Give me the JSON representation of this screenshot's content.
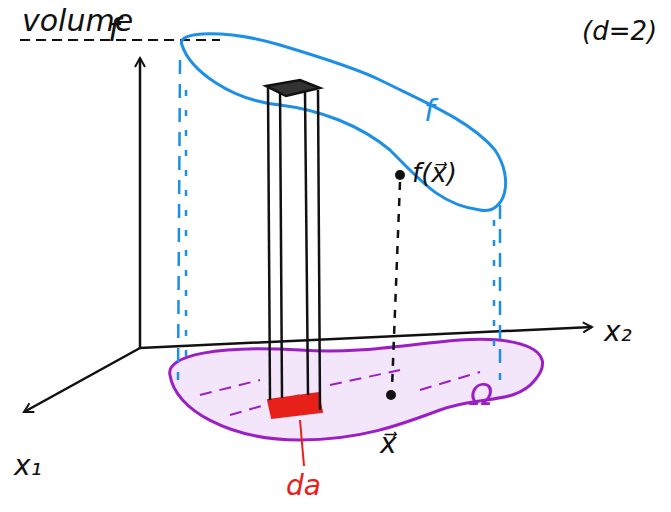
{
  "diagram": {
    "title": "volume",
    "labels": [
      "(d=2)",
      "f",
      "f",
      "f(x⃗)",
      "x₂",
      "x₁",
      "Ω",
      "x⃗",
      "da"
    ]
  }
}
